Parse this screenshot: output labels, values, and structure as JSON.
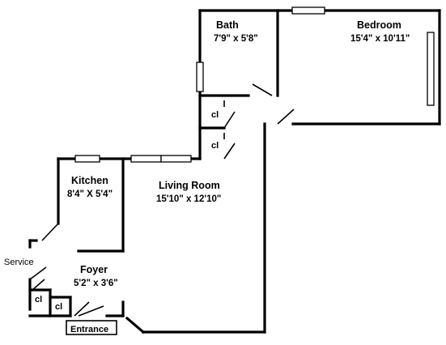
{
  "rooms": {
    "bath": {
      "name": "Bath",
      "dims": "7'9\" x 5'8\""
    },
    "bedroom": {
      "name": "Bedroom",
      "dims": "15'4\" x 10'11\""
    },
    "kitchen": {
      "name": "Kitchen",
      "dims": "8'4\" X 5'4\""
    },
    "living": {
      "name": "Living Room",
      "dims": "15'10\" x 12'10\""
    },
    "foyer": {
      "name": "Foyer",
      "dims": "5'2\" x 3'6\""
    }
  },
  "closets": {
    "label": "cl"
  },
  "labels": {
    "service": "Service",
    "entrance": "Entrance"
  }
}
